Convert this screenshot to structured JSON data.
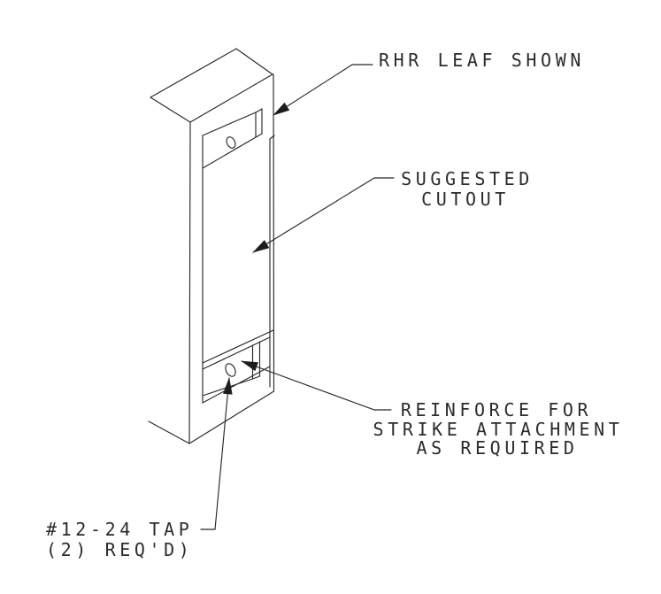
{
  "drawing": {
    "background_color": "#ffffff",
    "line_color": "#282828",
    "labels": {
      "rhr": {
        "text": "RHR LEAF SHOWN"
      },
      "cutout": {
        "line1": "SUGGESTED",
        "line2": "CUTOUT"
      },
      "reinforce": {
        "line1": "REINFORCE FOR",
        "line2": "STRIKE ATTACHMENT",
        "line3": "AS REQUIRED"
      },
      "tap": {
        "line1": "#12-24 TAP",
        "line2": "(2) REQ'D)"
      }
    }
  }
}
